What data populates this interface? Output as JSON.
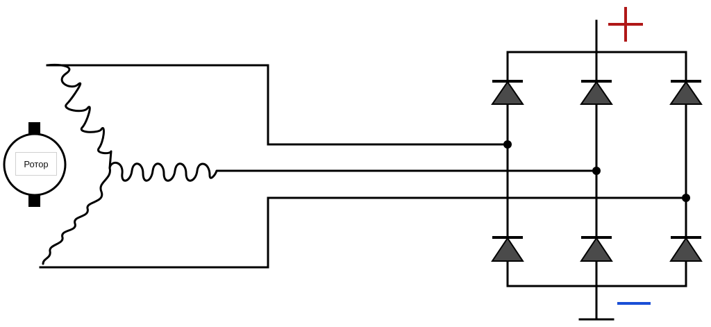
{
  "rotor": {
    "label": "Ротор"
  },
  "terminals": {
    "positive_color": "#b01818",
    "negative_color": "#1a4fd6"
  },
  "icons": {
    "positive": "plus-sign",
    "negative": "minus-sign"
  }
}
